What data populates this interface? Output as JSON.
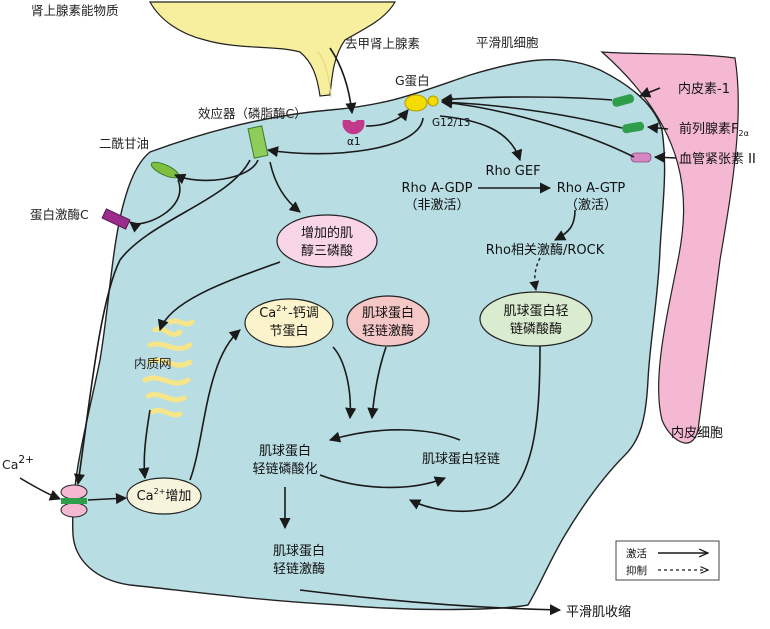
{
  "labels": {
    "adrenergic": "肾上腺素能物质",
    "noradrenaline": "去甲肾上腺素",
    "smooth_muscle_cell": "平滑肌细胞",
    "g_protein": "G蛋白",
    "g_subunit": "G12/13",
    "alpha1": "α1",
    "effector": "效应器（磷脂酶C）",
    "dag": "二酰甘油",
    "pkc": "蛋白激酶C",
    "ip3_line1": "增加的肌",
    "ip3_line2": "醇三磷酸",
    "er": "内质网",
    "ca_ext": "Ca",
    "ca_ext_sup": "2+",
    "ca_increase_pre": "Ca",
    "ca_increase_sup": "2+",
    "ca_increase_post": "增加",
    "calmodulin_pre": "Ca",
    "calmodulin_sup": "2+",
    "calmodulin_post": "-钙调",
    "calmodulin_line2": "节蛋白",
    "mlck_line1": "肌球蛋白",
    "mlck_line2": "轻链激酶",
    "mlcp_line1": "肌球蛋白轻",
    "mlcp_line2": "链磷酸酶",
    "rho_gdp": "Rho A-GDP",
    "rho_gdp_state": "（非激活）",
    "rho_gef": "Rho GEF",
    "rho_gtp": "Rho A-GTP",
    "rho_gtp_state": "（激活）",
    "rock": "Rho相关激酶/ROCK",
    "mlc_p_line1": "肌球蛋白",
    "mlc_p_line2": "轻链磷酸化",
    "mlc": "肌球蛋白轻链",
    "mlck2_line1": "肌球蛋白",
    "mlck2_line2": "轻链激酶",
    "contraction": "平滑肌收缩",
    "endothelin": "内皮素-1",
    "prostaglandin": "前列腺素F",
    "prostaglandin_sub": "2α",
    "angiotensin": "血管紧张素 II",
    "endothelial_cell": "内皮细胞"
  },
  "legend": {
    "activate": "激活",
    "inhibit": "抑制"
  },
  "colors": {
    "cell": "#b8dde3",
    "adrenergic": "#f7ef9e",
    "endothelial": "#f4b8d2",
    "receptor_green": "#2e9e4a",
    "receptor_pink": "#d687c2",
    "alpha_receptor": "#c2388a",
    "g_protein": "#f4dc00",
    "effector": "#8fcc5a",
    "pkc": "#9b2c8c",
    "dag": "#7fbf3f",
    "er": "#f7e58a",
    "ip3_node": "#f9d5e8",
    "calmodulin_node": "#fbf3cc",
    "mlck_node": "#f6c7c7",
    "mlcp_node": "#d9ecd0",
    "ca_node": "#f7f4dd"
  }
}
